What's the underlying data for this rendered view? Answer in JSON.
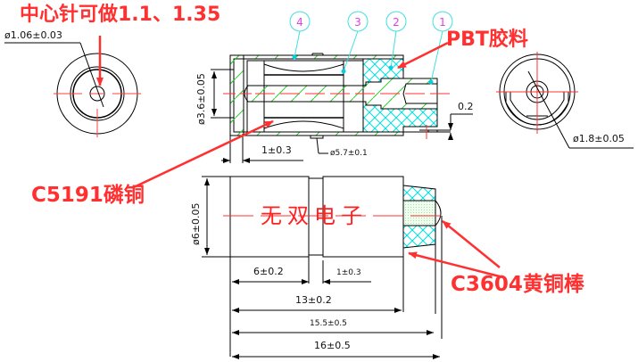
{
  "annotations": {
    "center_pin_note": "中心针可做1.1、1.35",
    "pbt_material": "PBT胶料",
    "c5191_material": "C5191磷铜",
    "c3604_material": "C3604黄铜棒",
    "watermark": "无双电子"
  },
  "balloons": [
    "4",
    "3",
    "2",
    "1"
  ],
  "dimensions": {
    "left_view_dia": "ø1.06±0.03",
    "right_view_dia": "ø1.8±0.05",
    "inner_dia": "ø3.6±0.05",
    "groove_dia": "ø5.7±0.1",
    "step_len": "1±0.3",
    "gap": "0.2",
    "outer_dia": "ø6±0.05",
    "body_len": "6±0.2",
    "groove_len": "1±0.3",
    "len_13": "13±0.2",
    "len_15_5": "15.5±0.5",
    "len_16": "16±0.5"
  },
  "colors": {
    "annotation": "#ff3030",
    "centerline": "#ff2020",
    "hatch_metal": "#33cc33",
    "hatch_plastic": "#00e0e0",
    "balloon": "#40e0e0",
    "balloon_text": "#e040e0",
    "outline": "#000000"
  }
}
